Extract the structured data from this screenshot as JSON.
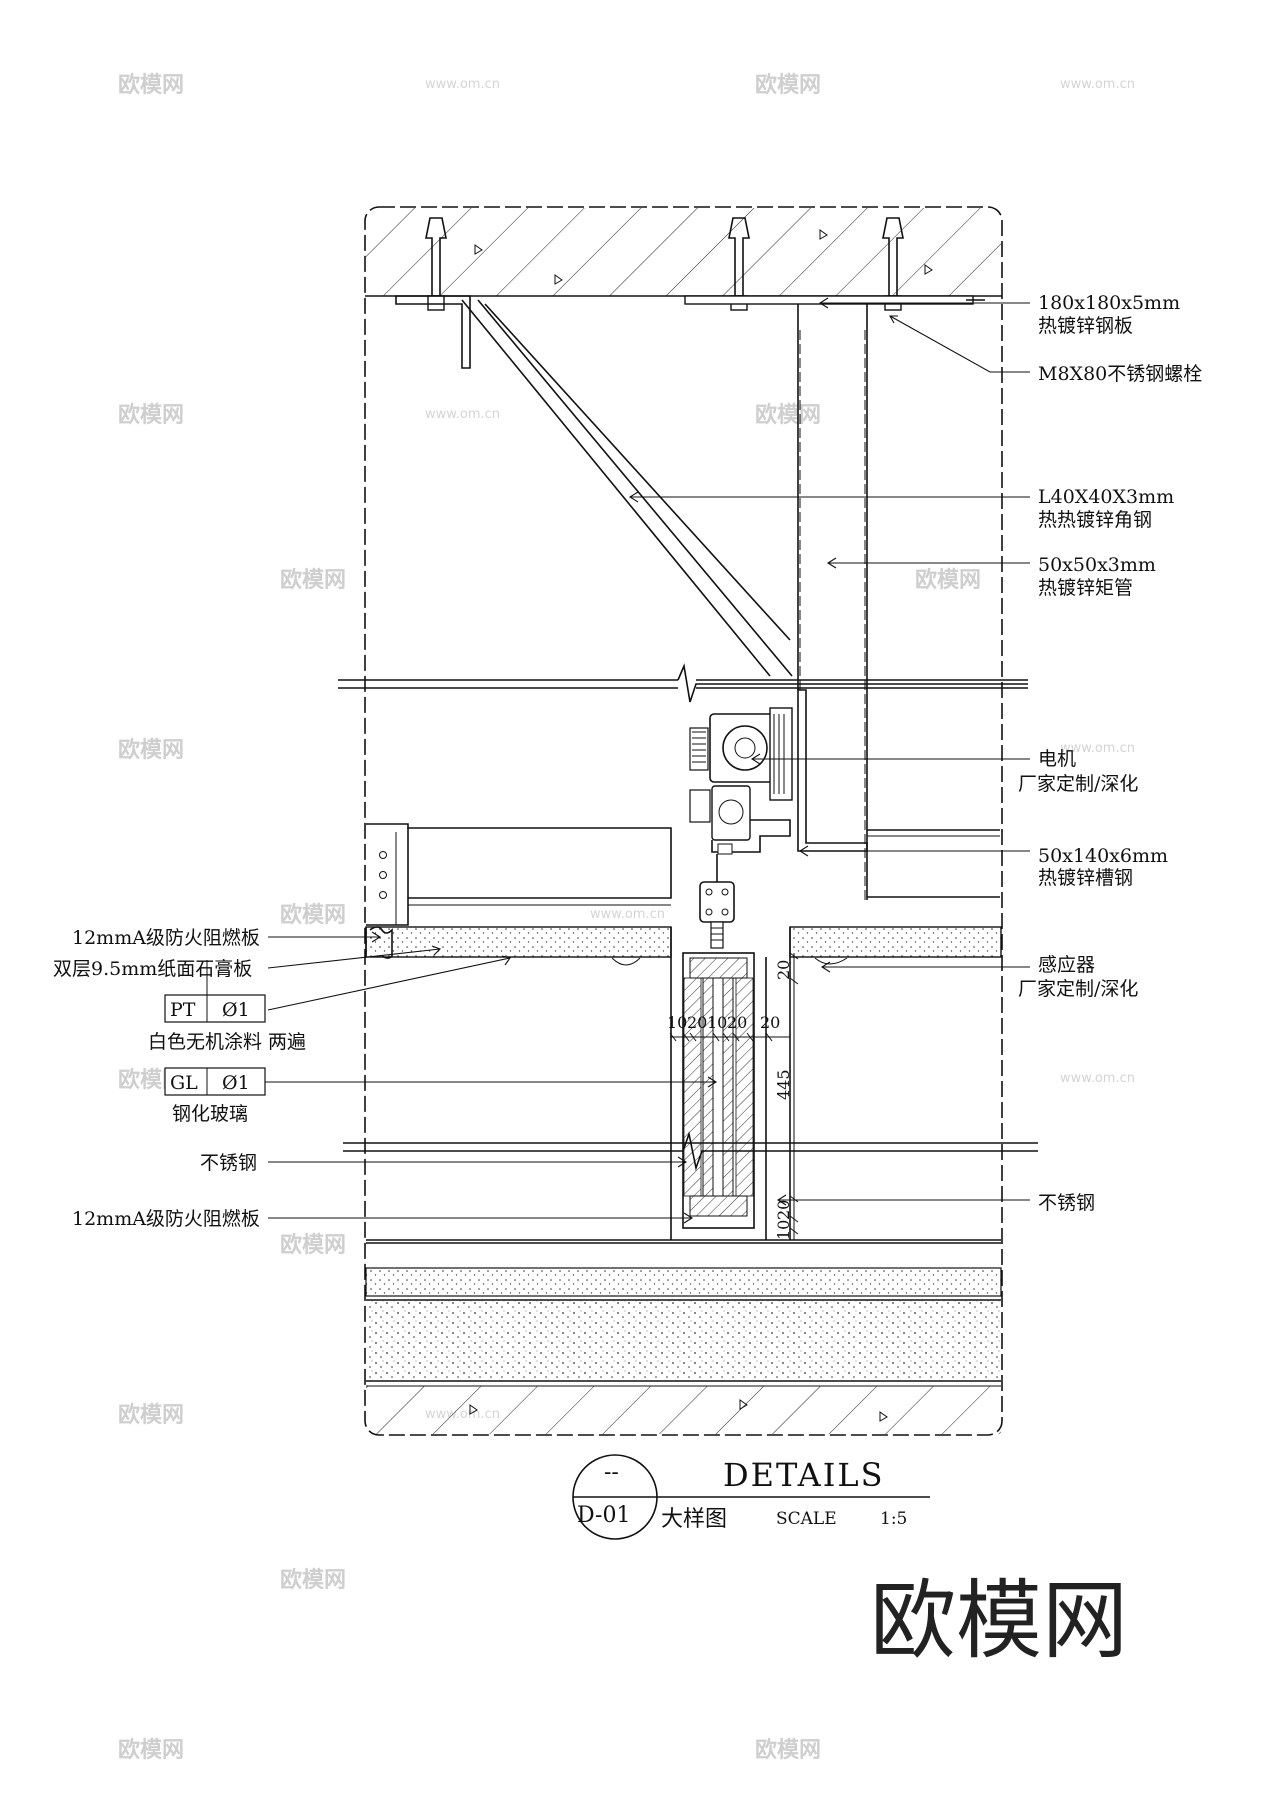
{
  "watermarks": {
    "logo": "欧模网",
    "url": "www.om.cn"
  },
  "brand": "欧模网",
  "labels_right": [
    {
      "id": "steel-plate",
      "line1": "180x180x5mm",
      "line2": "热镀锌钢板"
    },
    {
      "id": "bolt",
      "line1": "M8X80不锈钢螺栓",
      "line2": ""
    },
    {
      "id": "angle-steel",
      "line1": "L40X40X3mm",
      "line2": "热热镀锌角钢"
    },
    {
      "id": "square-tube",
      "line1": "50x50x3mm",
      "line2": "热镀锌矩管"
    },
    {
      "id": "motor",
      "line1": "电机",
      "line2": "厂家定制/深化"
    },
    {
      "id": "channel-steel",
      "line1": "50x140x6mm",
      "line2": "热镀锌槽钢"
    },
    {
      "id": "sensor",
      "line1": "感应器",
      "line2": "厂家定制/深化"
    },
    {
      "id": "stainless-right",
      "line1": "不锈钢",
      "line2": ""
    }
  ],
  "labels_left": [
    {
      "id": "fireboard-top",
      "text": "12mmA级防火阻燃板"
    },
    {
      "id": "gypsum",
      "text": "双层9.5mm纸面石膏板"
    },
    {
      "id": "stainless-left",
      "text": "不锈钢"
    },
    {
      "id": "fireboard-bottom",
      "text": "12mmA级防火阻燃板"
    }
  ],
  "tags": [
    {
      "code": "PT",
      "num": "Ø1",
      "caption": "白色无机涂料 两遍"
    },
    {
      "code": "GL",
      "num": "Ø1",
      "caption": "钢化玻璃"
    }
  ],
  "dimensions": {
    "top": [
      "10",
      "20",
      "10",
      "20",
      "20"
    ],
    "right_top": "20",
    "right_mid": "445",
    "right_bottom": [
      "20",
      "10"
    ]
  },
  "title_block": {
    "circle_top": "--",
    "code": "D-01",
    "title": "DETAILS",
    "subtitle": "大样图",
    "scale_label": "SCALE",
    "scale_value": "1:5"
  }
}
